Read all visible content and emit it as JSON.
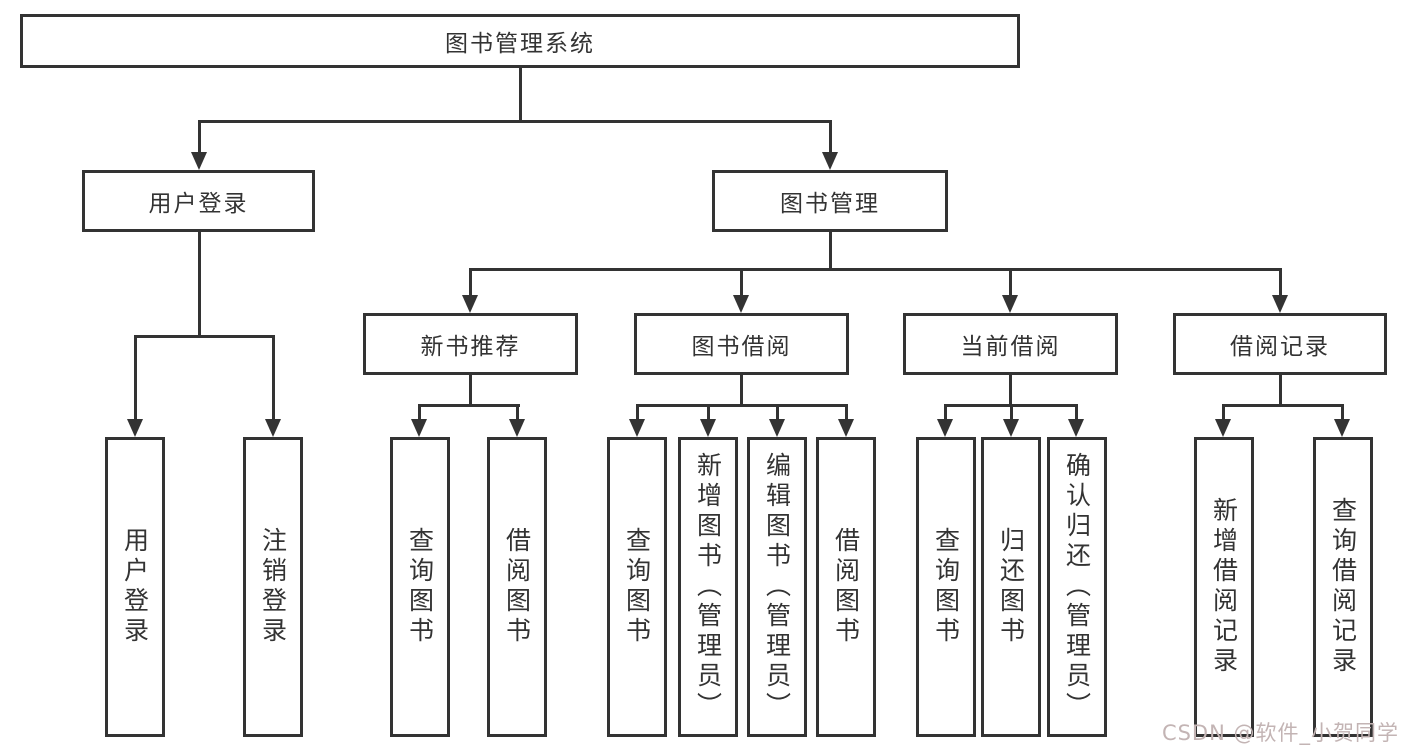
{
  "diagram": {
    "title": "图书管理系统",
    "root": {
      "label": "图书管理系统"
    },
    "level2": [
      {
        "label": "用户登录"
      },
      {
        "label": "图书管理"
      }
    ],
    "level3": [
      {
        "label": "新书推荐"
      },
      {
        "label": "图书借阅"
      },
      {
        "label": "当前借阅"
      },
      {
        "label": "借阅记录"
      }
    ],
    "leaves": {
      "user_login": [
        "用户登录",
        "注销登录"
      ],
      "new_book": [
        "查询图书",
        "借阅图书"
      ],
      "book_borrow": [
        "查询图书",
        "新增图书（管理员）",
        "编辑图书（管理员）",
        "借阅图书"
      ],
      "current_borrow": [
        "查询图书",
        "归还图书",
        "确认归还（管理员）"
      ],
      "borrow_record": [
        "新增借阅记录",
        "查询借阅记录"
      ]
    },
    "colors": {
      "line": "#333333",
      "box_border": "#333333",
      "text": "#333333",
      "background": "#ffffff",
      "watermark": "#c3b4b4"
    }
  },
  "watermark": {
    "text": "CSDN @软件_小贺同学"
  }
}
